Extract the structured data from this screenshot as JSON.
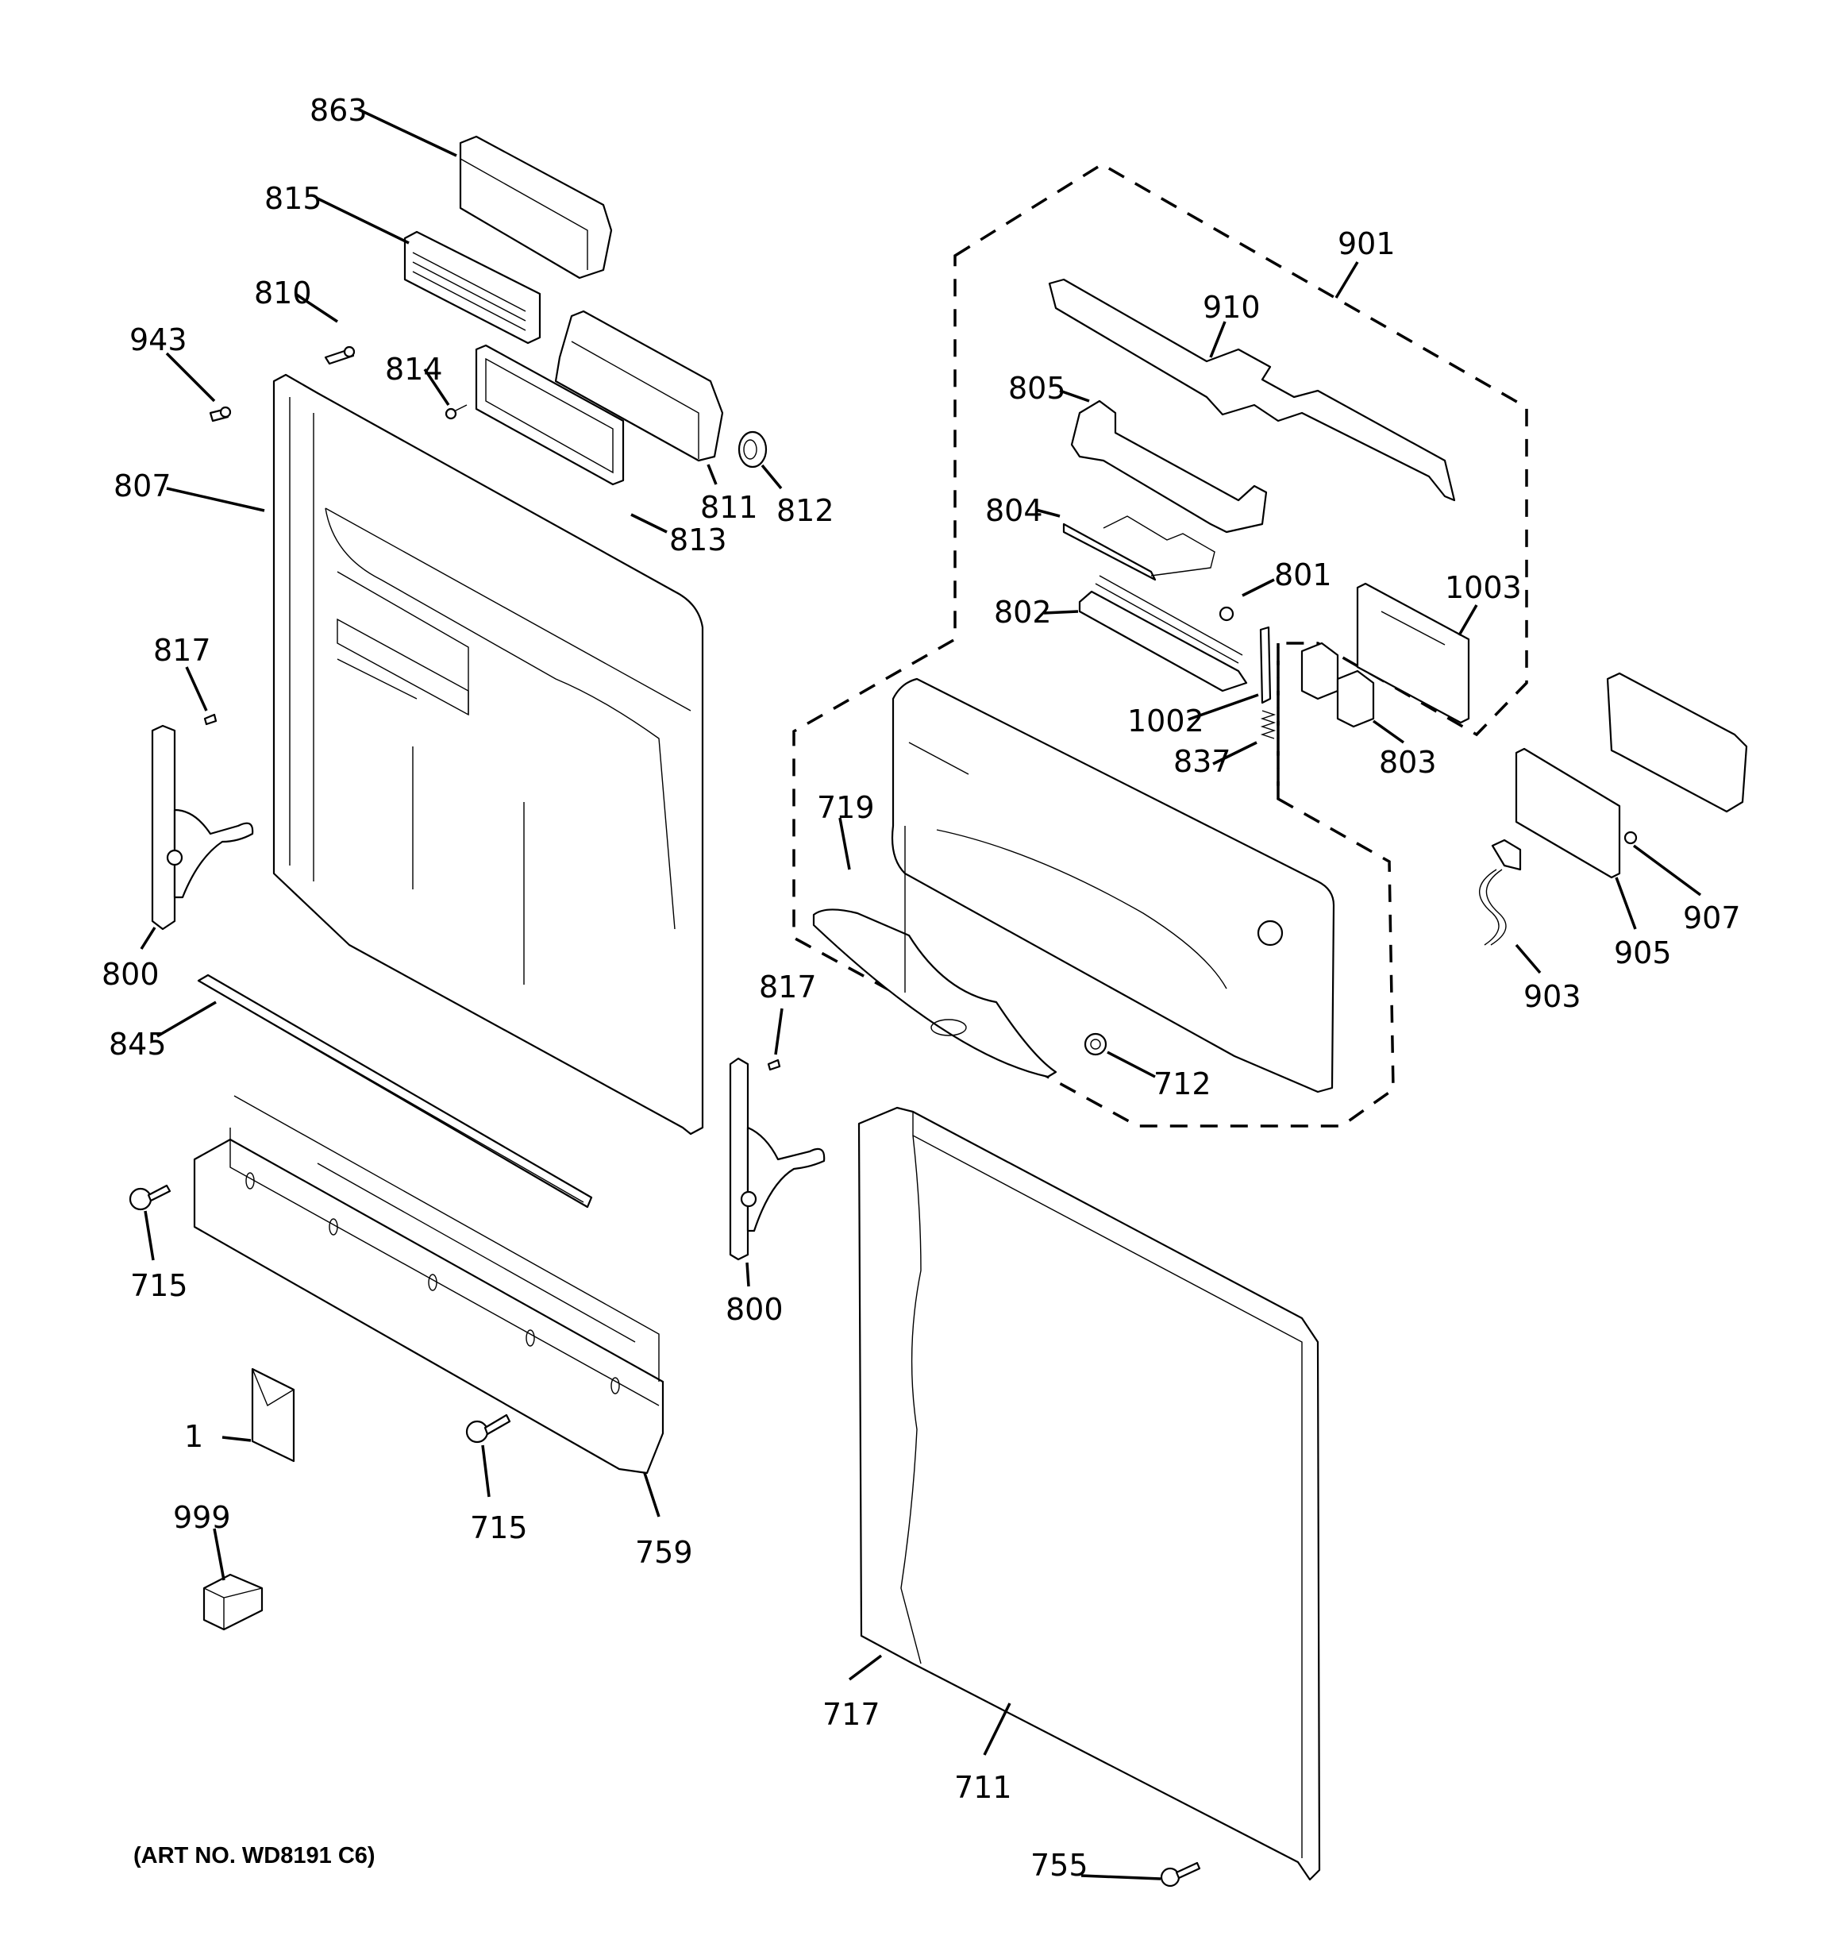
{
  "diagram": {
    "title": "Dishwasher Door / Control Panel Exploded Parts Diagram",
    "art_number": "(ART NO. WD8191 C6)",
    "assemblies": [
      {
        "id": "901",
        "description": "Dashed group outline containing latch / switch components"
      }
    ],
    "parts": [
      {
        "id": "863",
        "label": "863"
      },
      {
        "id": "815",
        "label": "815"
      },
      {
        "id": "810",
        "label": "810"
      },
      {
        "id": "943",
        "label": "943"
      },
      {
        "id": "814",
        "label": "814"
      },
      {
        "id": "807",
        "label": "807"
      },
      {
        "id": "811",
        "label": "811"
      },
      {
        "id": "812",
        "label": "812"
      },
      {
        "id": "813",
        "label": "813"
      },
      {
        "id": "817a",
        "label": "817"
      },
      {
        "id": "800a",
        "label": "800"
      },
      {
        "id": "845",
        "label": "845"
      },
      {
        "id": "817b",
        "label": "817"
      },
      {
        "id": "800b",
        "label": "800"
      },
      {
        "id": "715a",
        "label": "715"
      },
      {
        "id": "1",
        "label": "1"
      },
      {
        "id": "999",
        "label": "999"
      },
      {
        "id": "715b",
        "label": "715"
      },
      {
        "id": "759",
        "label": "759"
      },
      {
        "id": "717",
        "label": "717"
      },
      {
        "id": "711",
        "label": "711"
      },
      {
        "id": "755",
        "label": "755"
      },
      {
        "id": "901",
        "label": "901"
      },
      {
        "id": "910",
        "label": "910"
      },
      {
        "id": "805",
        "label": "805"
      },
      {
        "id": "804",
        "label": "804"
      },
      {
        "id": "801",
        "label": "801"
      },
      {
        "id": "802",
        "label": "802"
      },
      {
        "id": "1003",
        "label": "1003"
      },
      {
        "id": "1002",
        "label": "1002"
      },
      {
        "id": "837",
        "label": "837"
      },
      {
        "id": "803",
        "label": "803"
      },
      {
        "id": "719",
        "label": "719"
      },
      {
        "id": "712",
        "label": "712"
      },
      {
        "id": "907",
        "label": "907"
      },
      {
        "id": "905",
        "label": "905"
      },
      {
        "id": "903",
        "label": "903"
      }
    ]
  }
}
